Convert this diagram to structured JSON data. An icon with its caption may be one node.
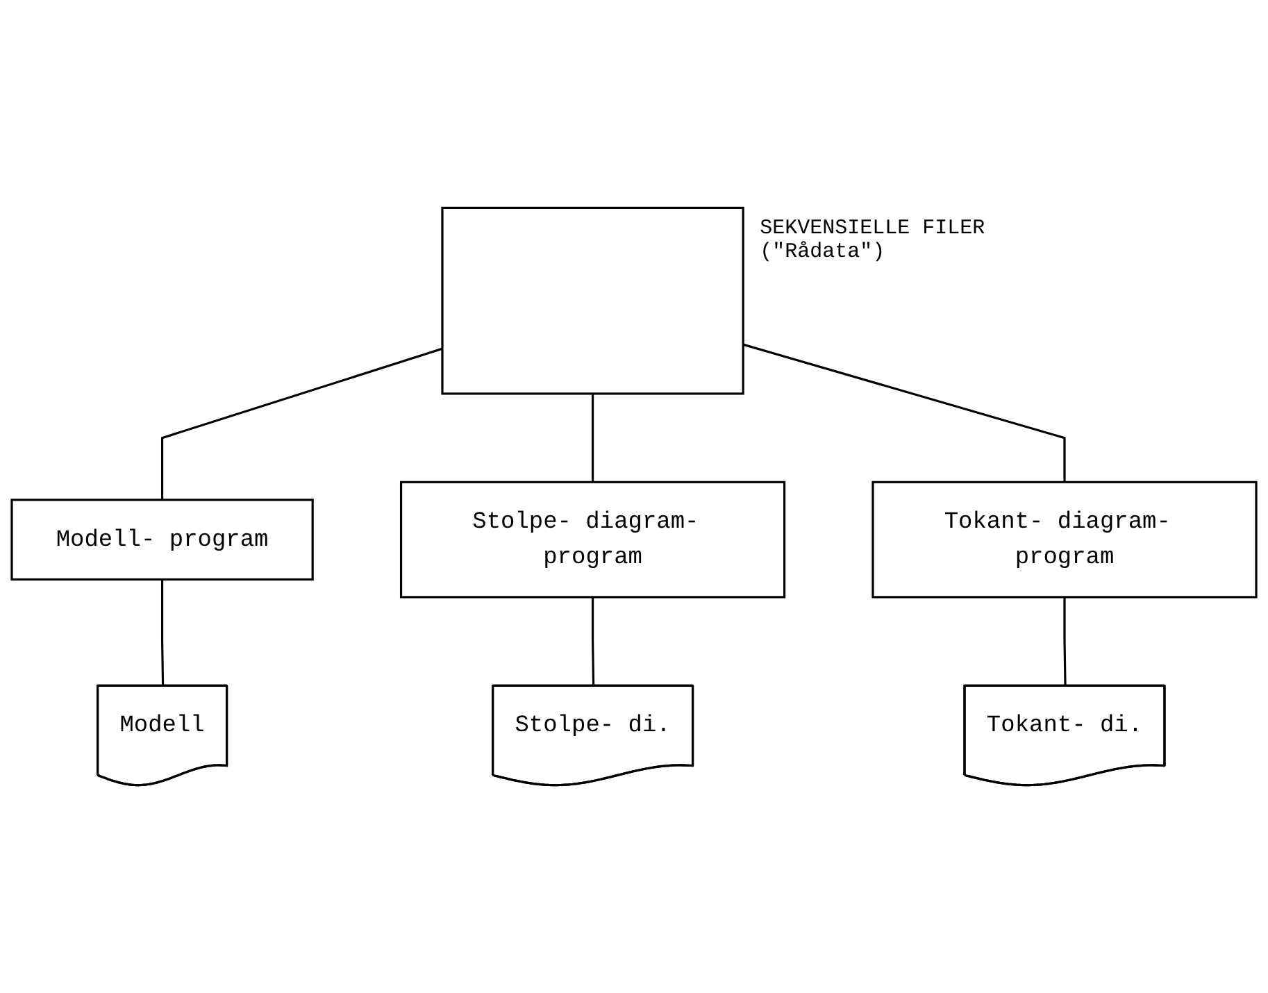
{
  "diagram": {
    "nodes": [
      {
        "text": [],
        "shape": "box",
        "beside": [
          "SEKVENSIELLE FILER (\"Rådata\")"
        ]
      },
      {
        "text": [
          "Modell- program"
        ]
      },
      {
        "text": [
          "Stolpe- diagram- program"
        ]
      },
      {
        "text": [
          "Tokant- diagram- program"
        ]
      },
      {
        "text": [
          "Modell"
        ]
      },
      {
        "text": [
          "Stolpe- di."
        ]
      },
      {
        "text": [
          "Tokant- di."
        ]
      }
    ],
    "edges": [
      {
        "from": 0,
        "to": 1,
        "arrow": "none"
      },
      {
        "from": 0,
        "to": 2,
        "arrow": "none"
      },
      {
        "from": 0,
        "to": 3,
        "arrow": "none"
      },
      {
        "from": 1,
        "to": 4,
        "arrow": "none"
      },
      {
        "from": 2,
        "to": 5,
        "arrow": "none"
      },
      {
        "from": 3,
        "to": 6,
        "arrow": "none"
      }
    ]
  }
}
